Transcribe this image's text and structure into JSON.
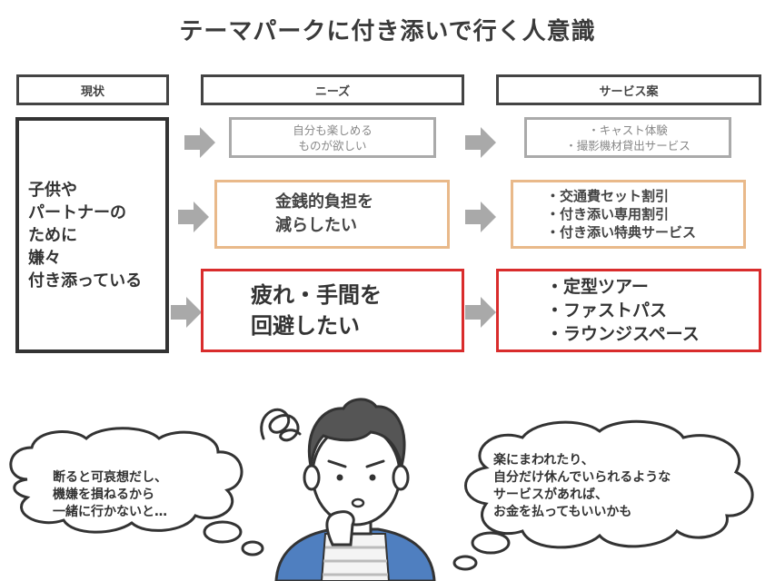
{
  "title": "テーマパークに付き添いで行く人意識",
  "headers": {
    "status": "現状",
    "needs": "ニーズ",
    "service": "サービス案"
  },
  "status_lines": [
    "子供や",
    "パートナーの",
    "ために",
    "嫌々",
    "付き添っている"
  ],
  "rows": [
    {
      "need_lines": [
        "自分も楽しめる",
        "ものが欲しい"
      ],
      "service_lines": [
        "・キャスト体験",
        "・撮影機材貸出サービス"
      ]
    },
    {
      "need_lines": [
        "金銭的負担を",
        "減らしたい"
      ],
      "service_lines": [
        "・交通費セット割引",
        "・付き添い専用割引",
        "・付き添い特典サービス"
      ]
    },
    {
      "need_lines": [
        "疲れ・手間を",
        "回避したい"
      ],
      "service_lines": [
        "・定型ツアー",
        "・ファストパス",
        "・ラウンジスペース"
      ]
    }
  ],
  "bubble_left_lines": [
    "断ると可哀想だし、",
    "機嫌を損ねるから",
    "一緒に行かないと…"
  ],
  "bubble_right_lines": [
    "楽にまわれたり、",
    "自分だけ休んでいられるような",
    "サービスがあれば、",
    "お金を払ってもいいかも"
  ],
  "colors": {
    "border_dark": "#444444",
    "border_gray": "#aaaaaa",
    "border_orange": "#e9b98a",
    "border_red": "#d92c2c",
    "arrow": "#a9a9a9",
    "shirt": "#4f7fc0"
  },
  "icons": [
    "arrow-right-icon",
    "worried-man-illustration",
    "scribble-icon",
    "thought-bubble-icon"
  ]
}
